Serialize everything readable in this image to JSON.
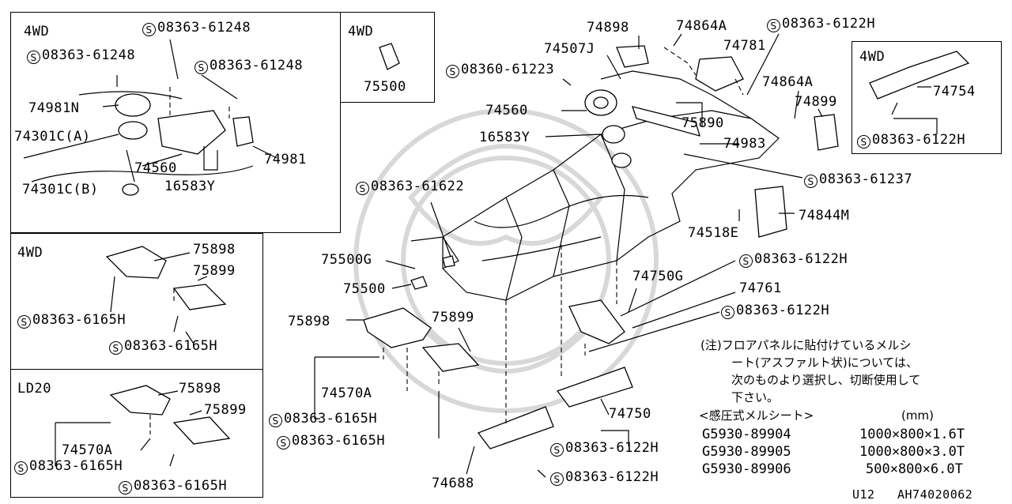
{
  "insets": {
    "top_left_variant": "4WD",
    "top_mid_variant": "4WD",
    "mid_left_variant": "4WD",
    "bottom_left_variant": "LD20",
    "right_variant": "4WD"
  },
  "labels": {
    "p74898": "74898",
    "p74864A_1": "74864A",
    "p08363_6122H_1": "08363-6122H",
    "p74507J": "74507J",
    "p74781": "74781",
    "p08360_61223": "08360-61223",
    "p74864A_2": "74864A",
    "p74560": "74560",
    "p74899": "74899",
    "p75890": "75890",
    "p16583Y": "16583Y",
    "p74983": "74983",
    "p08363_61237": "08363-61237",
    "p08363_61622": "08363-61622",
    "p74844M": "74844M",
    "p74518E": "74518E",
    "p75500G": "75500G",
    "p75500": "75500",
    "p08363_6122H_2": "08363-6122H",
    "p74750G": "74750G",
    "p74761": "74761",
    "p08363_6122H_3": "08363-6122H",
    "p75898_main": "75898",
    "p75899_main": "75899",
    "p74570A_main": "74570A",
    "p08363_6165H_m1": "08363-6165H",
    "p08363_6165H_m2": "08363-6165H",
    "p74750": "74750",
    "p08363_6122H_4": "08363-6122H",
    "p74688": "74688",
    "p08363_6122H_5": "08363-6122H",
    "tl_08363_61248_a": "08363-61248",
    "tl_08363_61248_b": "08363-61248",
    "tl_08363_61248_c": "08363-61248",
    "tl_74981N": "74981N",
    "tl_74301CA": "74301C(A)",
    "tl_74301CB": "74301C(B)",
    "tl_74560": "74560",
    "tl_74981": "74981",
    "tl_16583Y": "16583Y",
    "tm_75500": "75500",
    "ml_75898": "75898",
    "ml_75899": "75899",
    "ml_6165H_1": "08363-6165H",
    "ml_6165H_2": "08363-6165H",
    "bl_75898": "75898",
    "bl_75899": "75899",
    "bl_74570A": "74570A",
    "bl_6165H_1": "08363-6165H",
    "bl_6165H_2": "08363-6165H",
    "r_74754": "74754",
    "r_08363_6122H": "08363-6122H",
    "s_symbol": "S"
  },
  "note": {
    "line1": "(注)フロアパネルに貼付けているメルシ",
    "line2": "ート(アスファルト状)については、",
    "line3": "次のものより選択し、切断使用して",
    "line4": "下さい。"
  },
  "table": {
    "header_left": "<感圧式メルシート>",
    "header_right": "(mm)",
    "rows": [
      {
        "part": "G5930-89904",
        "size": "1000×800×1.6T"
      },
      {
        "part": "G5930-89905",
        "size": "1000×800×3.0T"
      },
      {
        "part": "G5930-89906",
        "size": "500×800×6.0T"
      }
    ]
  },
  "footer": {
    "code": "U12",
    "ref": "AH74020062"
  }
}
